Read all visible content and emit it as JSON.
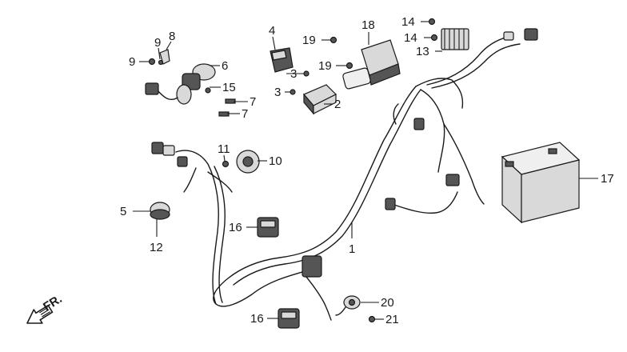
{
  "callouts": [
    {
      "id": "c1",
      "text": "1"
    },
    {
      "id": "c2",
      "text": "2"
    },
    {
      "id": "c3a",
      "text": "3"
    },
    {
      "id": "c3b",
      "text": "3"
    },
    {
      "id": "c4",
      "text": "4"
    },
    {
      "id": "c5",
      "text": "5"
    },
    {
      "id": "c6",
      "text": "6"
    },
    {
      "id": "c7a",
      "text": "7"
    },
    {
      "id": "c7b",
      "text": "7"
    },
    {
      "id": "c8",
      "text": "8"
    },
    {
      "id": "c9a",
      "text": "9"
    },
    {
      "id": "c9b",
      "text": "9"
    },
    {
      "id": "c10",
      "text": "10"
    },
    {
      "id": "c11",
      "text": "11"
    },
    {
      "id": "c12",
      "text": "12"
    },
    {
      "id": "c13",
      "text": "13"
    },
    {
      "id": "c14a",
      "text": "14"
    },
    {
      "id": "c14b",
      "text": "14"
    },
    {
      "id": "c15",
      "text": "15"
    },
    {
      "id": "c16a",
      "text": "16"
    },
    {
      "id": "c16b",
      "text": "16"
    },
    {
      "id": "c17",
      "text": "17"
    },
    {
      "id": "c18",
      "text": "18"
    },
    {
      "id": "c19a",
      "text": "19"
    },
    {
      "id": "c19b",
      "text": "19"
    },
    {
      "id": "c20",
      "text": "20"
    },
    {
      "id": "c21",
      "text": "21"
    }
  ],
  "direction": {
    "label": "FR.",
    "icon": "front-arrow-icon"
  },
  "colors": {
    "ink": "#1a1a1a",
    "background": "#ffffff",
    "part_fill": "#d9d9d9"
  }
}
